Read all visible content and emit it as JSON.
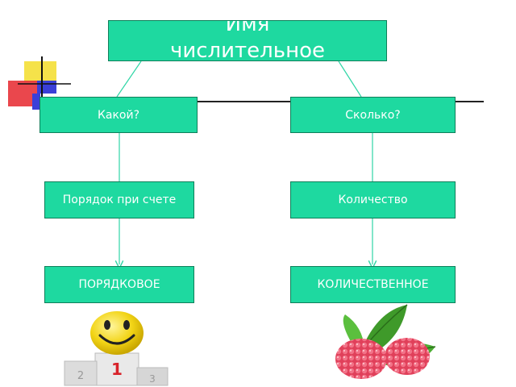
{
  "diagram": {
    "title_line1": "Имя",
    "title_line2": "числительное",
    "left": {
      "question": "Какой?",
      "meaning": "Порядок при счете",
      "category": "ПОРЯДКОВОЕ"
    },
    "right": {
      "question": "Сколько?",
      "meaning": "Количество",
      "category": "КОЛИЧЕСТВЕННОЕ"
    }
  },
  "colors": {
    "box_fill": "#1ed9a0",
    "box_border": "#0f7f5a",
    "connector": "#2fd6a6"
  },
  "podium": {
    "places": [
      "2",
      "1",
      "3"
    ]
  }
}
